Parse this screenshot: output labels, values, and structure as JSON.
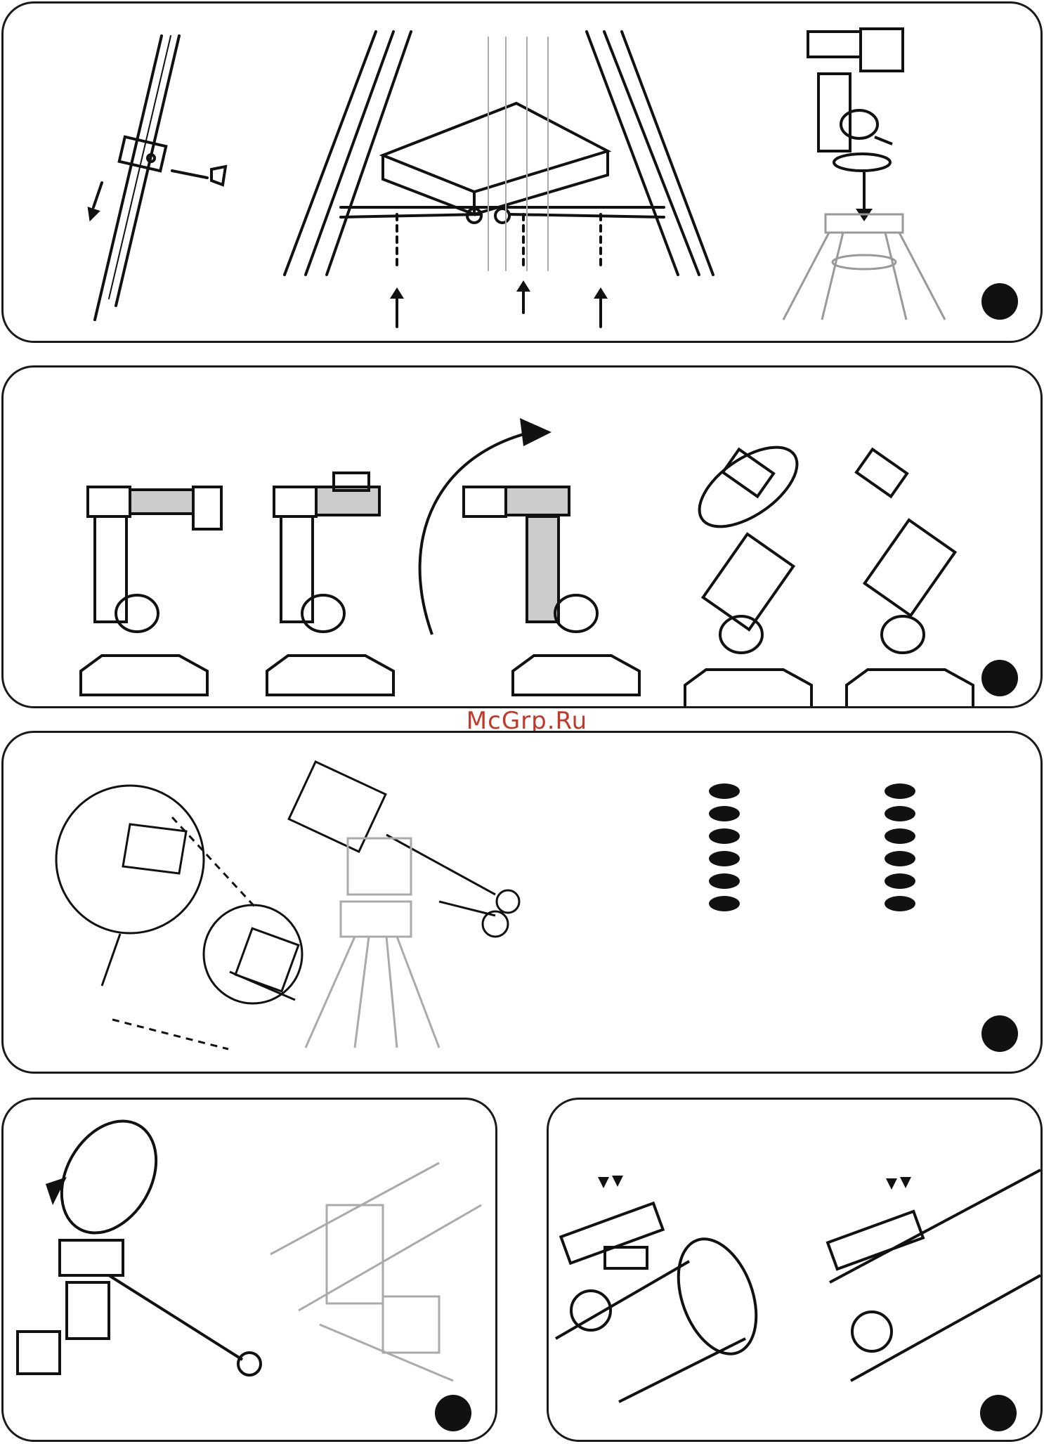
{
  "watermark": {
    "text": "McGrp.Ru",
    "color": "#c0392b"
  },
  "colors": {
    "ink": "#111111",
    "grey_part": "#9a9a9a",
    "panel_border": "#1a1a1a"
  },
  "panels": [
    {
      "id": "panel-1",
      "content": "tripod-leg-and-accessory-tray-assembly",
      "step_marker_icon": "filled-circle-icon"
    },
    {
      "id": "panel-2",
      "content": "equatorial-mount-head-orientation-sequence",
      "step_marker_icon": "filled-circle-icon"
    },
    {
      "id": "panel-3",
      "content": "counterweight-shaft-and-slow-motion-cables",
      "step_marker_icon": "filled-circle-icon",
      "bullet_lists": [
        {
          "bullets": 6
        },
        {
          "bullets": 6
        }
      ]
    },
    {
      "id": "panel-4",
      "content": "tube-ring-mounting",
      "step_marker_icon": "filled-circle-icon"
    },
    {
      "id": "panel-5",
      "content": "finder-scope-installation",
      "step_marker_icon": "filled-circle-icon"
    }
  ]
}
